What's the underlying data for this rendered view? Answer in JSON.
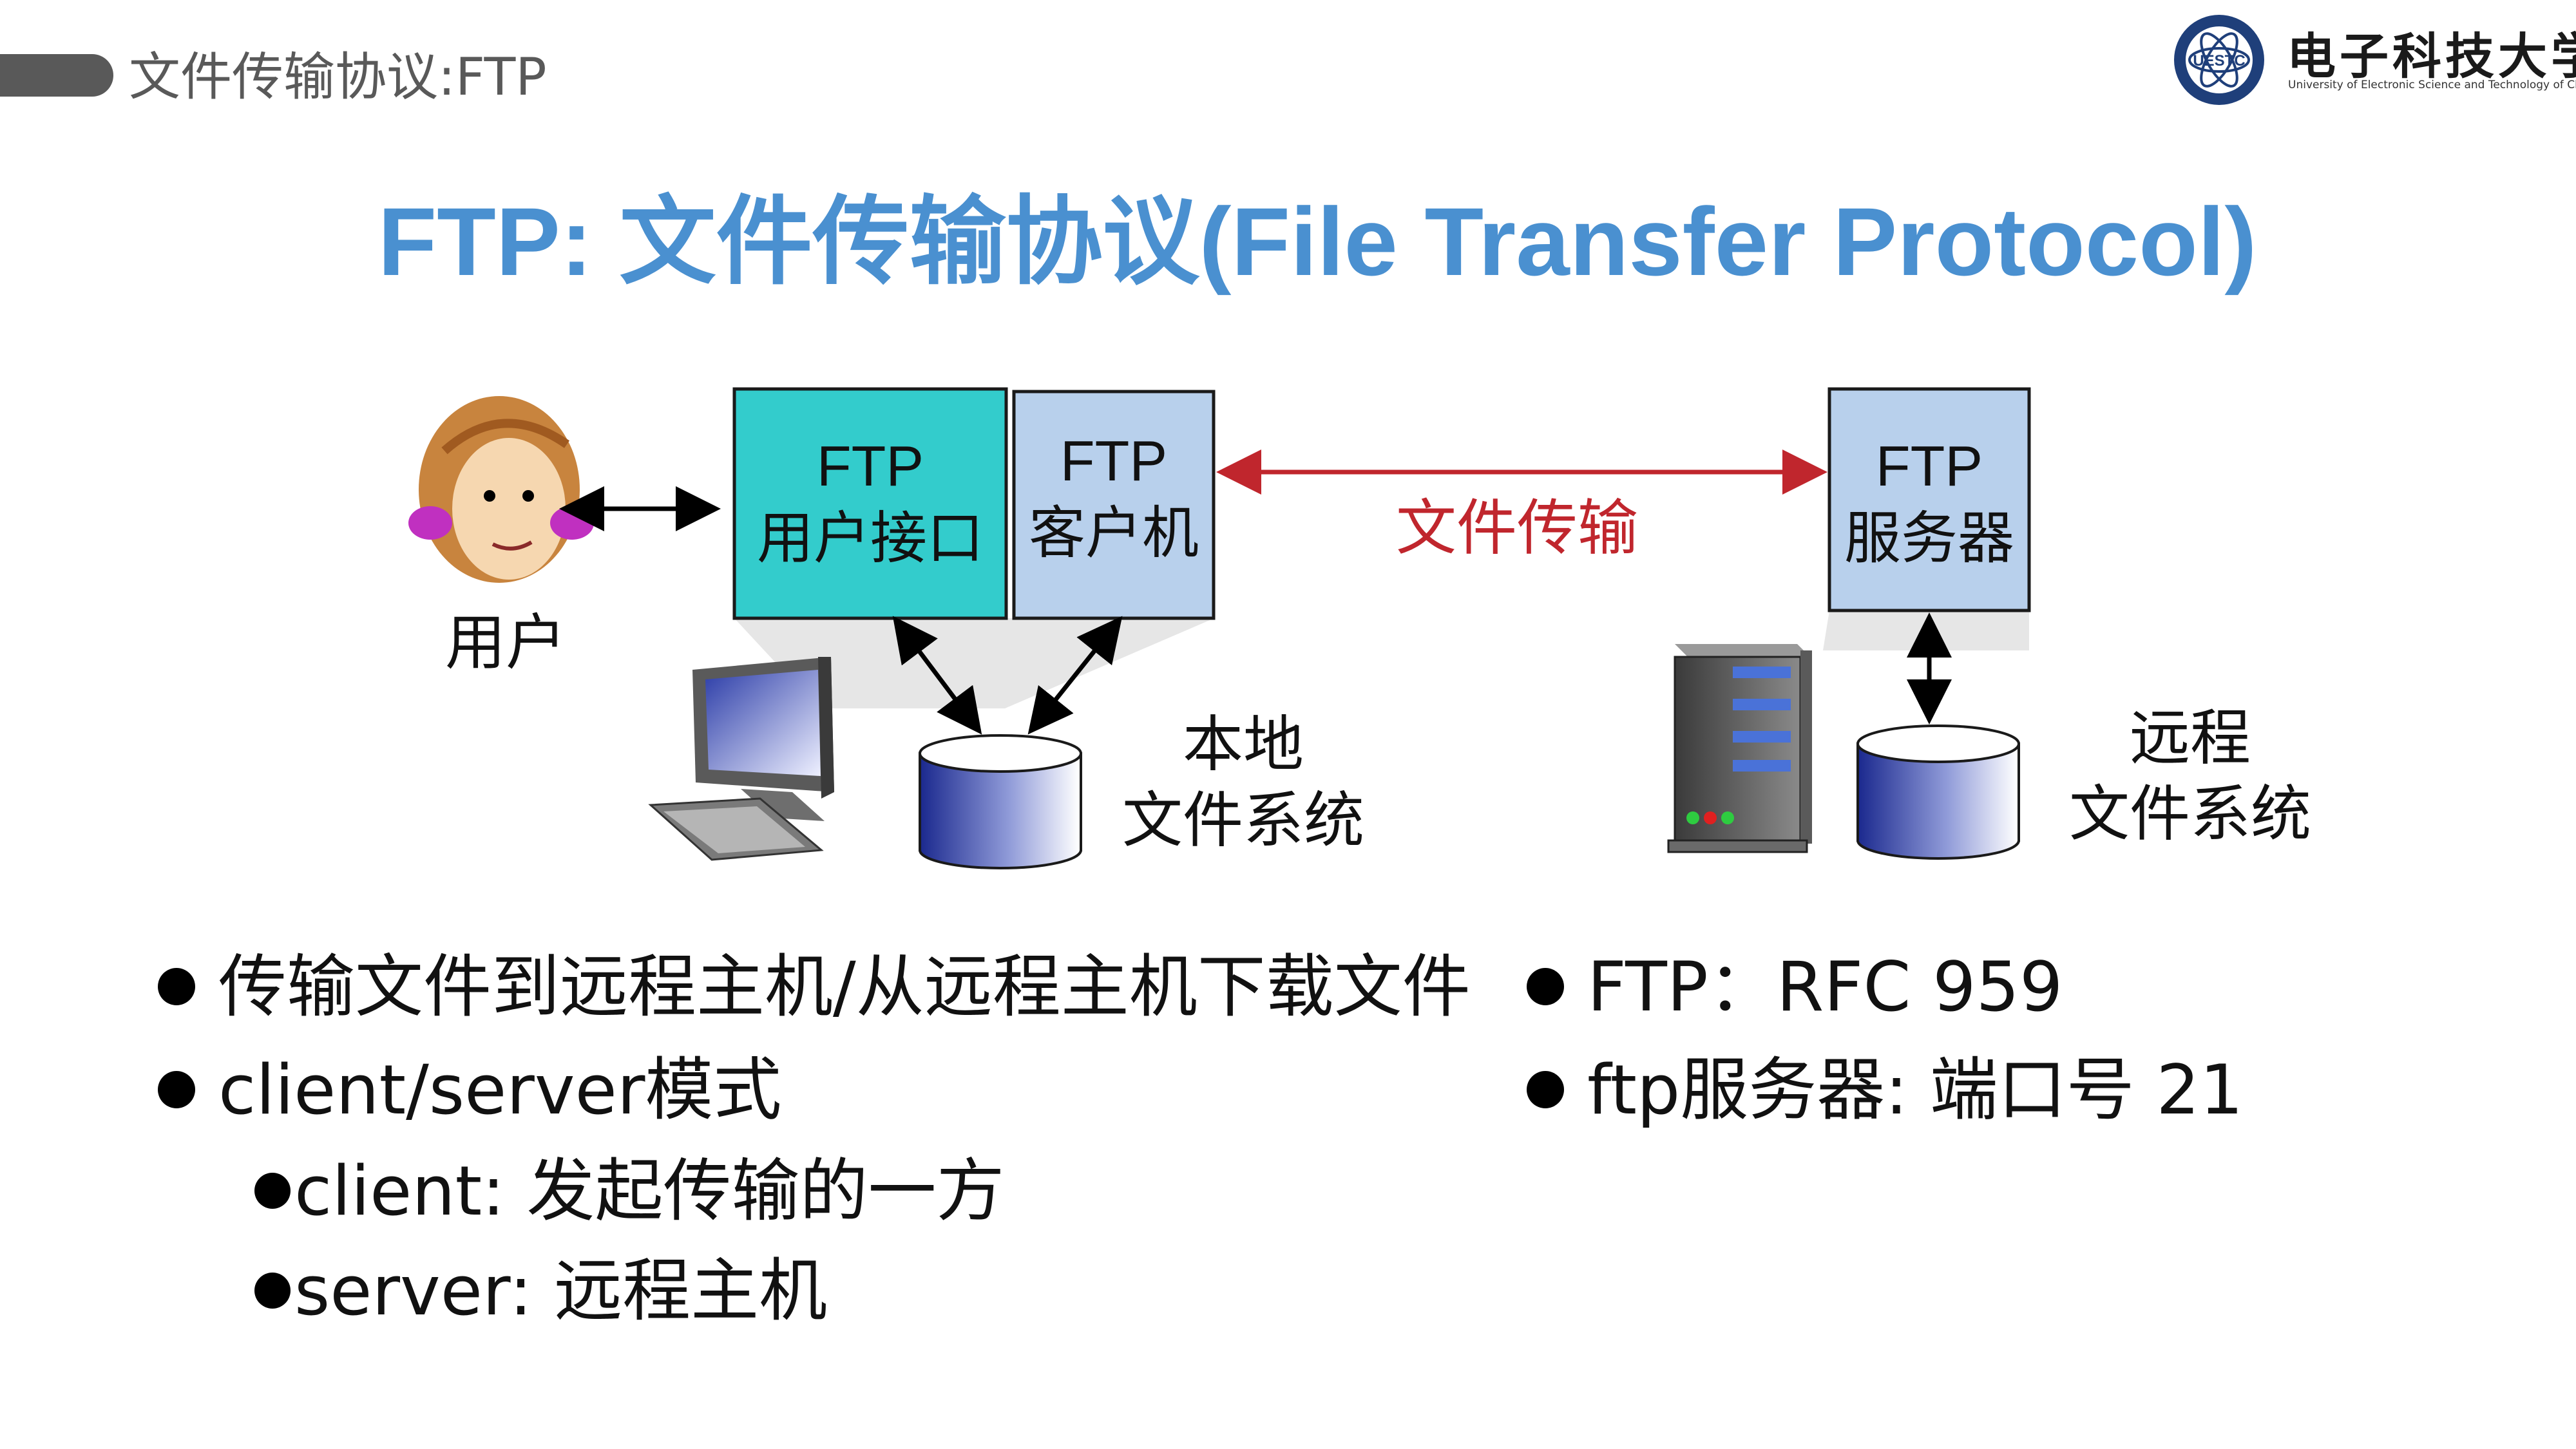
{
  "header": {
    "section_title": "文件传输协议:FTP"
  },
  "logo": {
    "emblem_text": "UESTC",
    "name": "电子科技大学",
    "subtitle": "University of Electronic Science and Technology of China"
  },
  "title": "FTP: 文件传输协议(File Transfer Protocol)",
  "diagram": {
    "user_interface_box": {
      "line1": "FTP",
      "line2": "用户接口",
      "fill": "#33cccc"
    },
    "client_box": {
      "line1": "FTP",
      "line2": "客户机",
      "fill": "#b8d0ec"
    },
    "server_box": {
      "line1": "FTP",
      "line2": "服务器",
      "fill": "#b8d0ec"
    },
    "user_label": "用户",
    "transfer_label": "文件传输",
    "local_fs": {
      "line1": "本地",
      "line2": "文件系统"
    },
    "remote_fs": {
      "line1": "远程",
      "line2": "文件系统"
    },
    "transfer_color": "#c0262d"
  },
  "bullets_left": [
    {
      "level": 1,
      "text": "传输文件到远程主机/从远程主机下载文件"
    },
    {
      "level": 1,
      "text": "client/server模式"
    },
    {
      "level": 2,
      "text": "client: 发起传输的一方"
    },
    {
      "level": 2,
      "text": "server: 远程主机"
    }
  ],
  "bullets_right": [
    {
      "level": 1,
      "text": "FTP：RFC 959"
    },
    {
      "level": 1,
      "text": "ftp服务器: 端口号 21"
    }
  ],
  "colors": {
    "title": "#4a90d0",
    "header_bar": "#595959"
  }
}
